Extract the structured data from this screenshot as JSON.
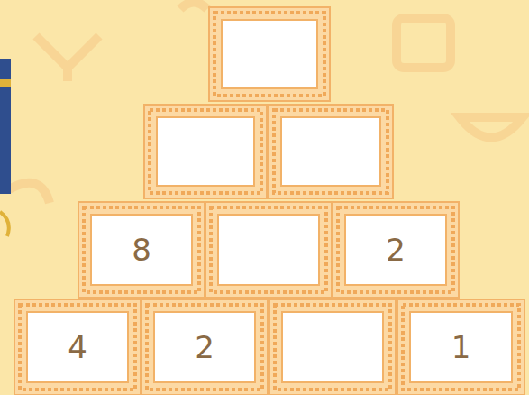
{
  "diagram": {
    "nodes": [
      {
        "text": [
          "8"
        ]
      },
      {
        "text": [
          "2"
        ]
      },
      {
        "text": [
          "4"
        ]
      },
      {
        "text": [
          "2"
        ]
      },
      {
        "text": [
          "1"
        ]
      }
    ]
  }
}
